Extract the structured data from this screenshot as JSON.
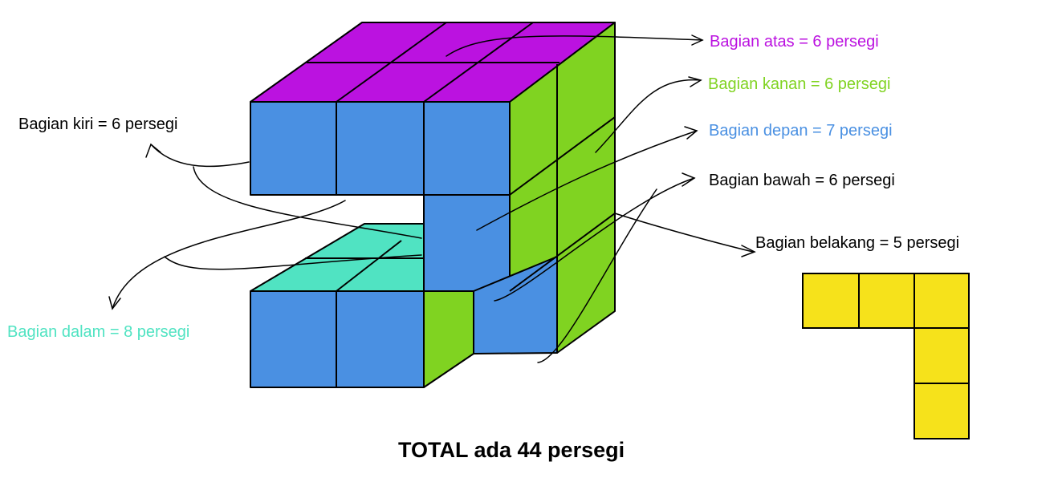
{
  "colors": {
    "top": "#bb12e0",
    "right": "#80d321",
    "front": "#4a90e2",
    "inner": "#50e3c2",
    "back": "#f6e21b",
    "text": "#000000"
  },
  "labels": {
    "atas": {
      "text": "Bagian atas = 6 persegi",
      "color": "#bb12e0"
    },
    "kanan": {
      "text": "Bagian kanan = 6 persegi",
      "color": "#80d321"
    },
    "depan": {
      "text": "Bagian depan = 7 persegi",
      "color": "#4a90e2"
    },
    "bawah": {
      "text": "Bagian bawah = 6 persegi",
      "color": "#000000"
    },
    "belakang": {
      "text": "Bagian belakang = 5 persegi",
      "color": "#000000"
    },
    "kiri": {
      "text": "Bagian kiri = 6 persegi",
      "color": "#000000"
    },
    "dalam": {
      "text": "Bagian dalam = 8 persegi",
      "color": "#50e3c2"
    }
  },
  "total": "TOTAL ada 44 persegi"
}
